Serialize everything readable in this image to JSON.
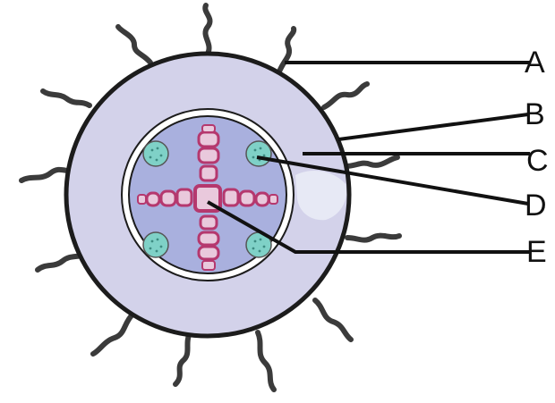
{
  "labels": [
    "A",
    "B",
    "C",
    "D",
    "E"
  ],
  "colors": {
    "cortex": "#d3d2ea",
    "stele": "#a9b0de",
    "outline": "#1c1c1c",
    "xylem": "#b5386e",
    "xylem_light": "#e9c9dc",
    "phloem": "#7fd1c7",
    "hair": "#3b3b3b"
  }
}
